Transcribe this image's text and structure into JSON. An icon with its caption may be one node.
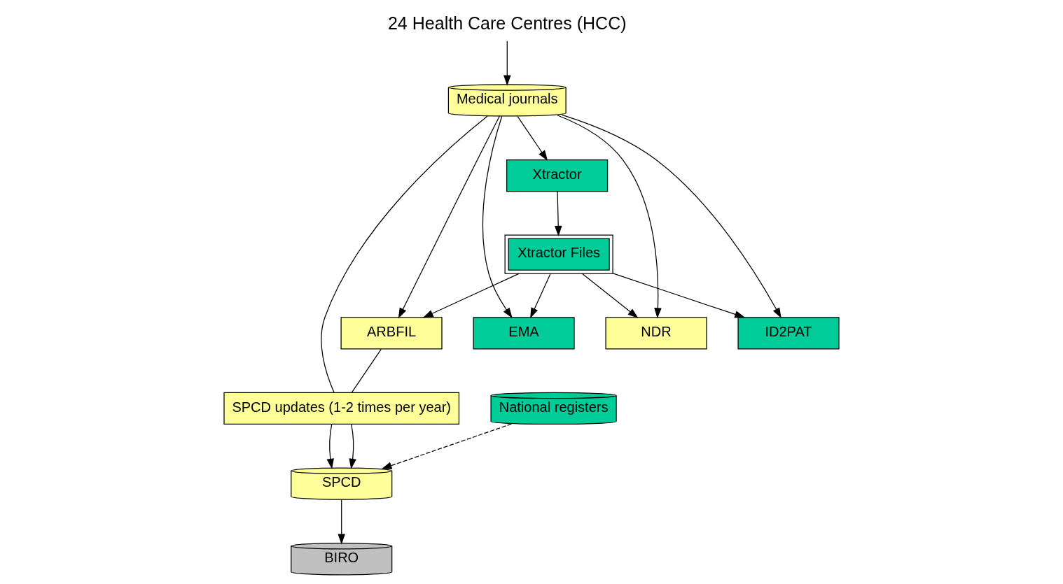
{
  "diagram": {
    "nodes": [
      {
        "text": [
          "24 Health Care Centres (HCC)"
        ]
      },
      {
        "text": [
          "SPCD updates (1-2 times per year)"
        ]
      },
      {
        "text": [
          "Medical journals"
        ]
      },
      {
        "text": [
          "ARBFIL"
        ]
      },
      {
        "text": [
          "EMA"
        ]
      },
      {
        "text": [
          "NDR"
        ]
      },
      {
        "text": [
          "ID2PAT"
        ]
      },
      {
        "text": [
          "Xtractor"
        ]
      },
      {
        "text": [
          "Xtractor Files"
        ]
      },
      {
        "text": [
          "National registers"
        ]
      },
      {
        "text": [
          "SPCD"
        ]
      },
      {
        "text": [
          "BIRO"
        ]
      }
    ],
    "edges": [
      {
        "from": 0,
        "to": 2,
        "arrow": "to"
      },
      {
        "from": 2,
        "to": 1,
        "arrow": "none"
      },
      {
        "from": 3,
        "to": 1,
        "arrow": "none"
      },
      {
        "from": 1,
        "to": 10,
        "arrow": "to"
      },
      {
        "from": 1,
        "to": 10,
        "arrow": "to"
      },
      {
        "from": 2,
        "to": 3,
        "arrow": "to"
      },
      {
        "from": 2,
        "to": 4,
        "arrow": "to"
      },
      {
        "from": 2,
        "to": 5,
        "arrow": "to"
      },
      {
        "from": 2,
        "to": 6,
        "arrow": "to"
      },
      {
        "from": 2,
        "to": 7,
        "arrow": "to"
      },
      {
        "from": 7,
        "to": 8,
        "arrow": "to"
      },
      {
        "from": 8,
        "to": 3,
        "arrow": "to"
      },
      {
        "from": 8,
        "to": 4,
        "arrow": "to"
      },
      {
        "from": 8,
        "to": 5,
        "arrow": "to"
      },
      {
        "from": 8,
        "to": 6,
        "arrow": "to"
      },
      {
        "from": 9,
        "to": 10,
        "arrow": "to",
        "style": "dashed"
      },
      {
        "from": 10,
        "to": 11,
        "arrow": "to"
      }
    ]
  }
}
